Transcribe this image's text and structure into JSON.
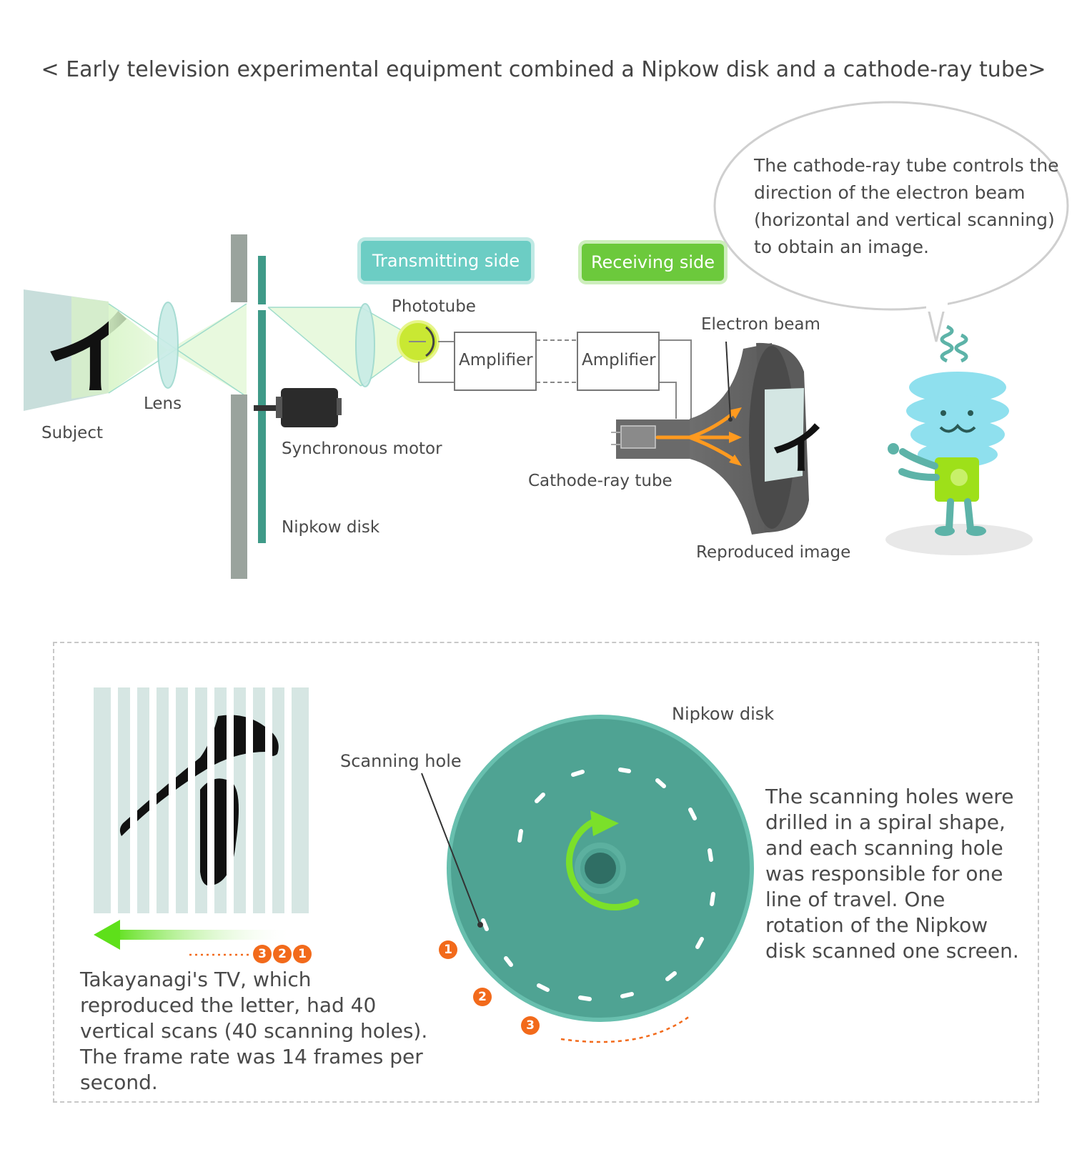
{
  "title": "< Early television experimental equipment combined a Nipkow disk and a cathode-ray tube>",
  "character": "イ",
  "labels": {
    "subject": "Subject",
    "lens": "Lens",
    "synchronous_motor": "Synchronous motor",
    "nipkow_disk": "Nipkow disk",
    "phototube": "Phototube",
    "amplifier_tx": "Amplifier",
    "amplifier_rx": "Amplifier",
    "electron_beam": "Electron beam",
    "cathode_ray_tube": "Cathode-ray tube",
    "reproduced_image": "Reproduced image",
    "transmitting_side": "Transmitting side",
    "receiving_side": "Receiving side"
  },
  "speech_bubble": "The cathode-ray tube controls the direction of the electron beam (horizontal and vertical scanning) to obtain an image.",
  "detail": {
    "nipkow_disk": "Nipkow disk",
    "scanning_hole": "Scanning hole",
    "scan_numbers": [
      "3",
      "2",
      "1"
    ],
    "disk_numbers": [
      "1",
      "2",
      "3"
    ],
    "left_text": "Takayanagi's TV, which reproduced the letter, had 40 vertical scans (40 scanning holes). The frame rate was 14 frames per second.",
    "right_text": "The scanning holes were drilled in a spiral shape, and each scanning hole was responsible for one line of travel. One rotation of the Nipkow disk scanned one screen."
  },
  "colors": {
    "transmitting": "#6ccdc4",
    "receiving": "#6cc93c",
    "disk": "#4fa393",
    "accent_orange": "#f26a1b",
    "arrow_green": "#7be02a"
  }
}
